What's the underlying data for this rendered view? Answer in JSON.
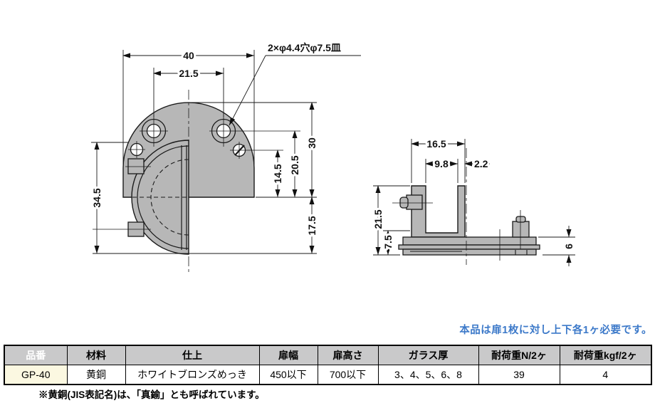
{
  "note_top": "本品は扉1枚に対し上下各1ヶ必要です。",
  "footnote": "※黄銅(JIS表記名)は、「真鍮」とも呼ばれています。",
  "front_view": {
    "annotation": "2×φ4.4穴φ7.5皿",
    "dim_width": "40",
    "dim_hole_spacing": "21.5",
    "dim_height": "34.5",
    "dim_small_hole_to_base": "14.5",
    "dim_big_hole_to_base": "20.5",
    "dim_top_to_base": "30",
    "dim_base_to_bottom": "17.5"
  },
  "side_view": {
    "dim_width": "16.5",
    "dim_slot_width": "9.8",
    "dim_wall": "2.2",
    "dim_height": "21.5",
    "dim_lower": "7.5",
    "dim_base_height": "6"
  },
  "table": {
    "headers": [
      "品番",
      "材料",
      "仕上",
      "扉幅",
      "扉高さ",
      "ガラス厚",
      "耐荷重N/2ヶ",
      "耐荷重kgf/2ヶ"
    ],
    "rows": [
      [
        "GP-40",
        "黄銅",
        "ホワイトブロンズめっき",
        "450以下",
        "700以下",
        "3、4、5、6、8",
        "39",
        "4"
      ]
    ]
  },
  "colors": {
    "header_blue": "#2d5fb3",
    "note_blue": "#3c79c9",
    "header_gray": "#c9c9ca",
    "row_highlight": "#fbf8e1",
    "part_gray": "#b7b7b7"
  }
}
